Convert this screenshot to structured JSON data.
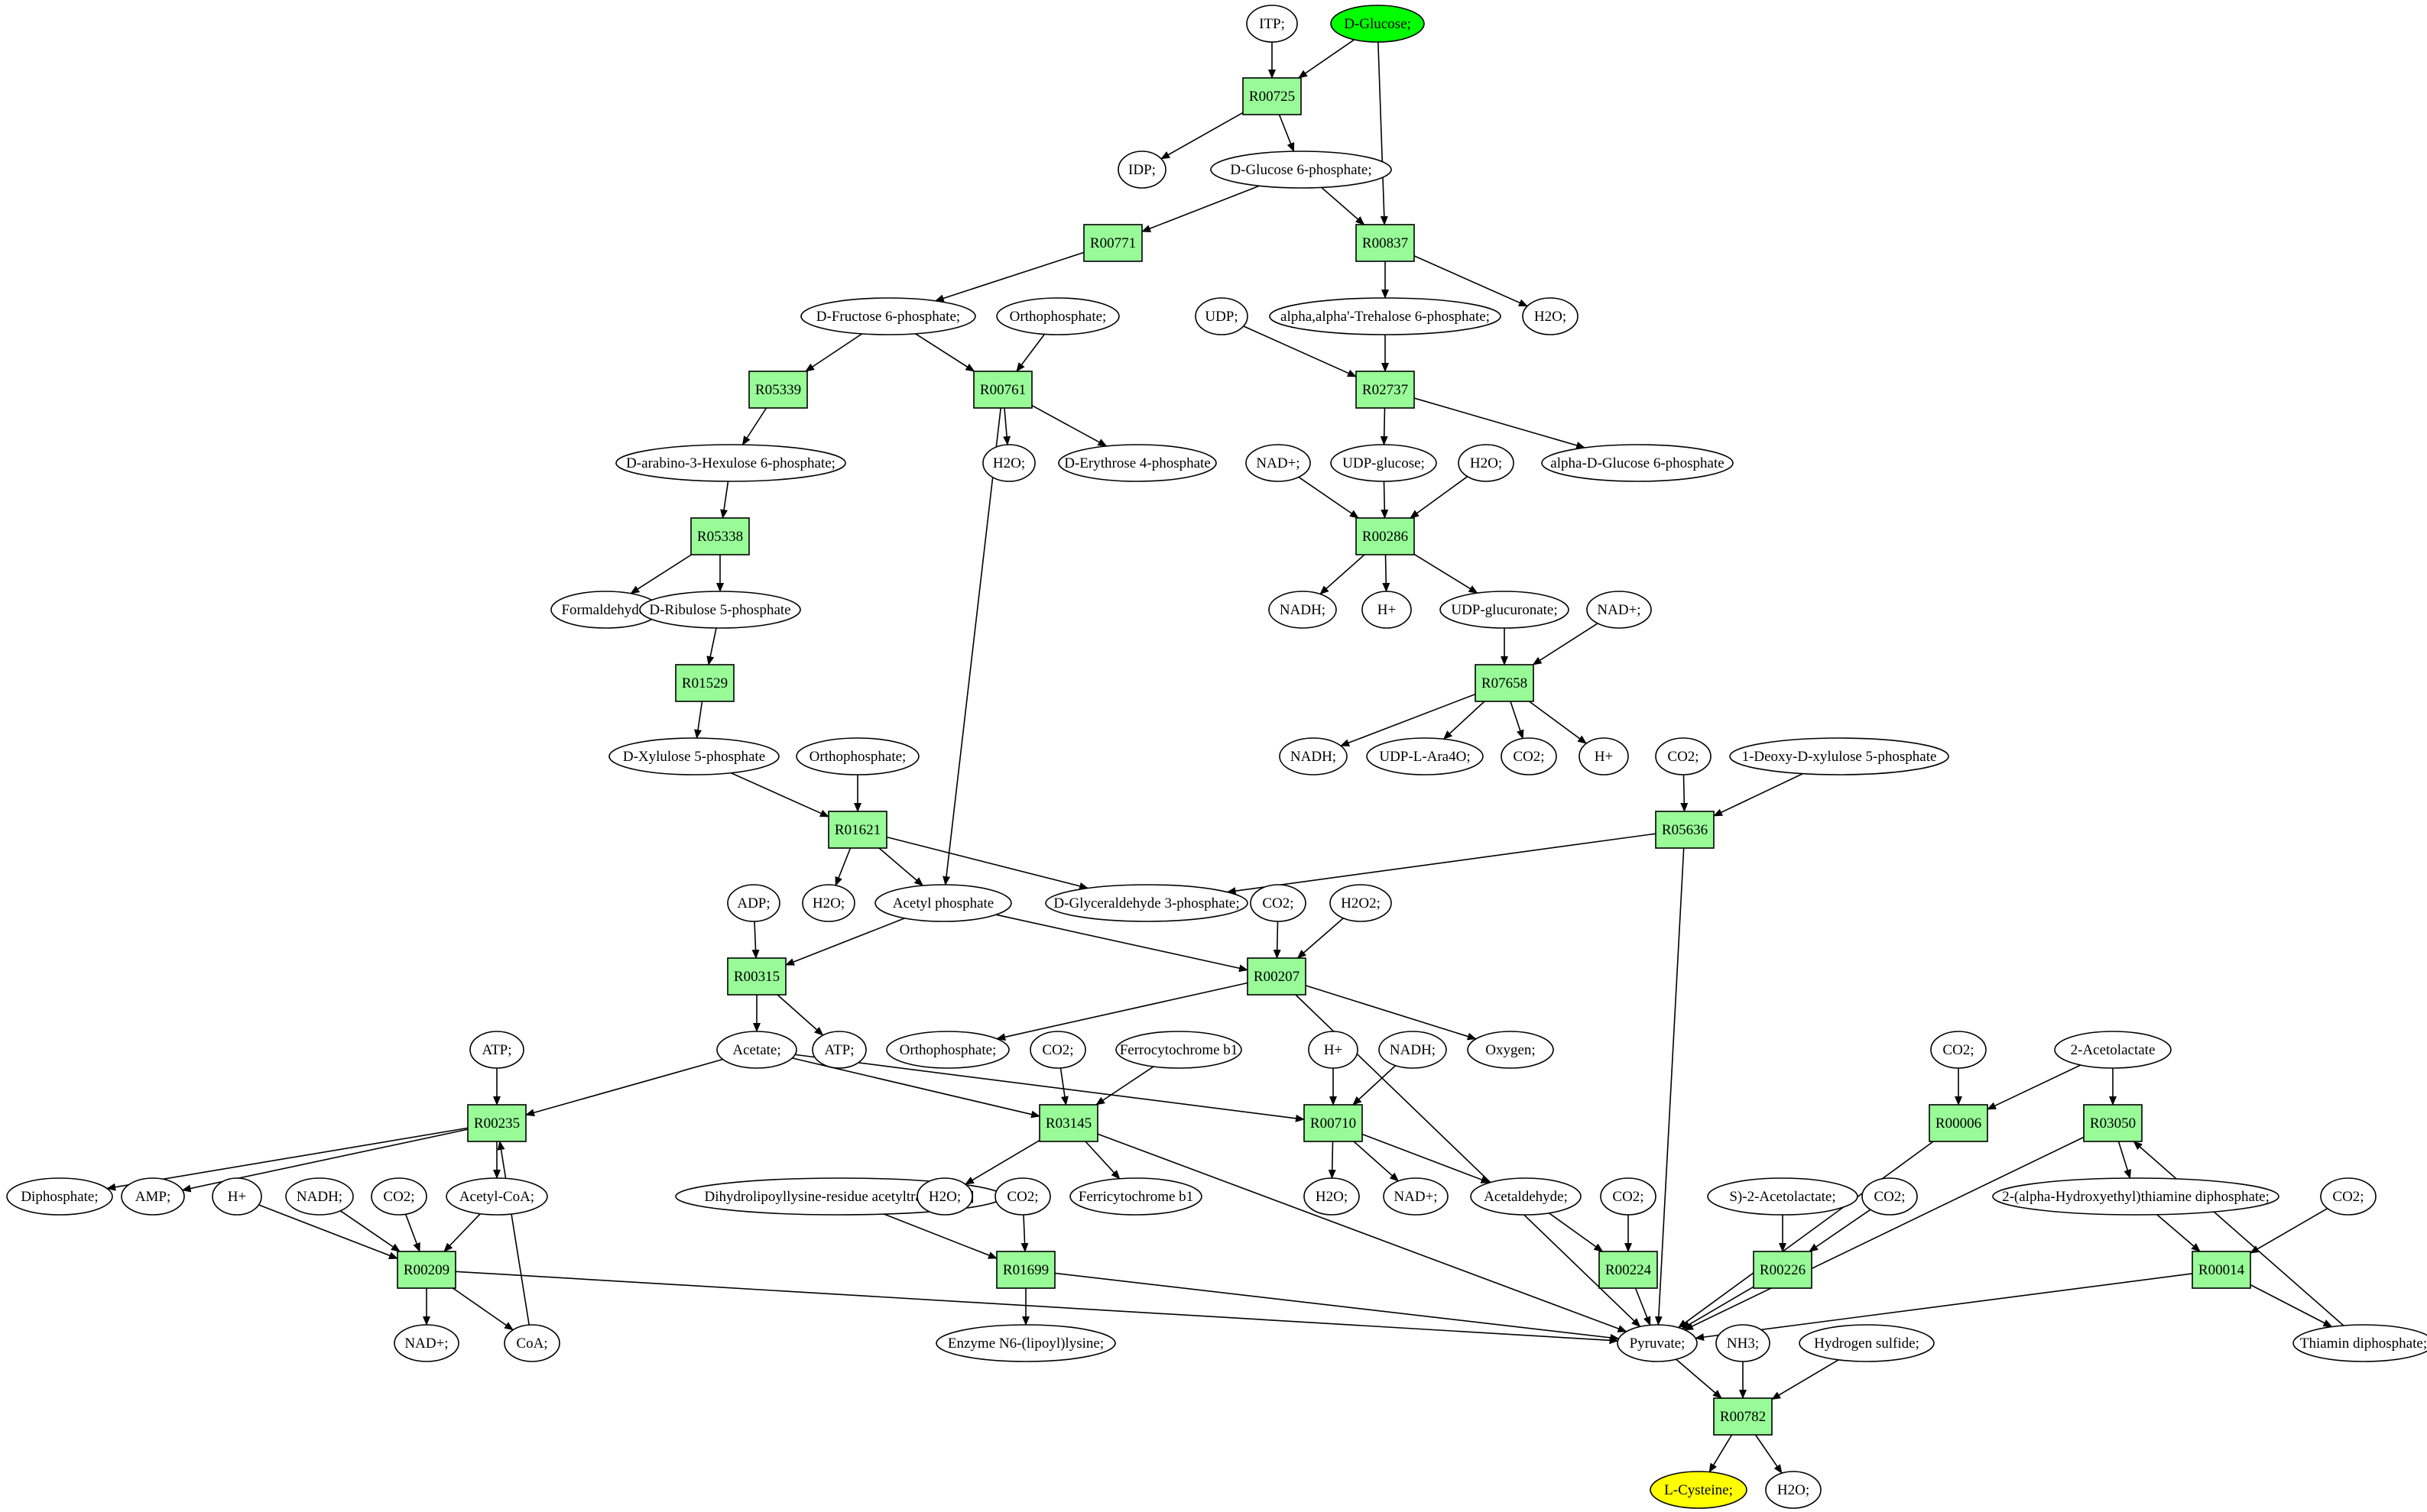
{
  "colors": {
    "reaction_fill": "#98fb98",
    "start_fill": "#00ff00",
    "end_fill": "#ffff00",
    "compound_fill": "#ffffff",
    "stroke": "#000000"
  },
  "nodes": [
    {
      "id": "c_itp",
      "label": "ITP;",
      "kind": "compound"
    },
    {
      "id": "c_dglucose",
      "label": "D-Glucose;",
      "kind": "start"
    },
    {
      "id": "r_R00725",
      "label": "R00725",
      "kind": "reaction"
    },
    {
      "id": "c_idp",
      "label": "IDP;",
      "kind": "compound"
    },
    {
      "id": "c_g6p",
      "label": "D-Glucose 6-phosphate;",
      "kind": "compound"
    },
    {
      "id": "r_R00771",
      "label": "R00771",
      "kind": "reaction"
    },
    {
      "id": "r_R00837",
      "label": "R00837",
      "kind": "reaction"
    },
    {
      "id": "c_f6p",
      "label": "D-Fructose 6-phosphate;",
      "kind": "compound"
    },
    {
      "id": "c_ortho1",
      "label": "Orthophosphate;",
      "kind": "compound"
    },
    {
      "id": "c_udp",
      "label": "UDP;",
      "kind": "compound"
    },
    {
      "id": "c_trehalose",
      "label": "alpha,alpha'-Trehalose 6-phosphate;",
      "kind": "compound"
    },
    {
      "id": "c_h2o_top",
      "label": "H2O;",
      "kind": "compound"
    },
    {
      "id": "r_R05339",
      "label": "R05339",
      "kind": "reaction"
    },
    {
      "id": "r_R00761",
      "label": "R00761",
      "kind": "reaction"
    },
    {
      "id": "r_R02737",
      "label": "R02737",
      "kind": "reaction"
    },
    {
      "id": "c_ah6p",
      "label": "D-arabino-3-Hexulose 6-phosphate;",
      "kind": "compound"
    },
    {
      "id": "c_h2o_761",
      "label": "H2O;",
      "kind": "compound"
    },
    {
      "id": "c_e4p",
      "label": "D-Erythrose 4-phosphate",
      "kind": "compound"
    },
    {
      "id": "c_nadp_286",
      "label": "NAD+;",
      "kind": "compound"
    },
    {
      "id": "c_udpglc",
      "label": "UDP-glucose;",
      "kind": "compound"
    },
    {
      "id": "c_h2o_286",
      "label": "H2O;",
      "kind": "compound"
    },
    {
      "id": "c_adg6p",
      "label": "alpha-D-Glucose 6-phosphate",
      "kind": "compound"
    },
    {
      "id": "r_R05338",
      "label": "R05338",
      "kind": "reaction"
    },
    {
      "id": "r_R00286",
      "label": "R00286",
      "kind": "reaction"
    },
    {
      "id": "c_formaldehyde",
      "label": "Formaldehyde;",
      "kind": "compound"
    },
    {
      "id": "c_ru5p",
      "label": "D-Ribulose 5-phosphate",
      "kind": "compound"
    },
    {
      "id": "c_nadh_286",
      "label": "NADH;",
      "kind": "compound"
    },
    {
      "id": "c_hp_286",
      "label": "H+",
      "kind": "compound"
    },
    {
      "id": "c_udpglcA",
      "label": "UDP-glucuronate;",
      "kind": "compound"
    },
    {
      "id": "c_nadp_7658",
      "label": "NAD+;",
      "kind": "compound"
    },
    {
      "id": "r_R01529",
      "label": "R01529",
      "kind": "reaction"
    },
    {
      "id": "r_R07658",
      "label": "R07658",
      "kind": "reaction"
    },
    {
      "id": "c_xu5p",
      "label": "D-Xylulose 5-phosphate",
      "kind": "compound"
    },
    {
      "id": "c_ortho2",
      "label": "Orthophosphate;",
      "kind": "compound"
    },
    {
      "id": "c_nadh_7658",
      "label": "NADH;",
      "kind": "compound"
    },
    {
      "id": "c_udpara",
      "label": "UDP-L-Ara4O;",
      "kind": "compound"
    },
    {
      "id": "c_co2_7658",
      "label": "CO2;",
      "kind": "compound"
    },
    {
      "id": "c_hp_7658",
      "label": "H+",
      "kind": "compound"
    },
    {
      "id": "c_co2_5636",
      "label": "CO2;",
      "kind": "compound"
    },
    {
      "id": "c_dxp",
      "label": "1-Deoxy-D-xylulose 5-phosphate",
      "kind": "compound"
    },
    {
      "id": "r_R01621",
      "label": "R01621",
      "kind": "reaction"
    },
    {
      "id": "r_R05636",
      "label": "R05636",
      "kind": "reaction"
    },
    {
      "id": "c_adp",
      "label": "ADP;",
      "kind": "compound"
    },
    {
      "id": "c_h2o_1621",
      "label": "H2O;",
      "kind": "compound"
    },
    {
      "id": "c_acp",
      "label": "Acetyl phosphate",
      "kind": "compound"
    },
    {
      "id": "c_ga3p",
      "label": "D-Glyceraldehyde 3-phosphate;",
      "kind": "compound"
    },
    {
      "id": "c_co2_207",
      "label": "CO2;",
      "kind": "compound"
    },
    {
      "id": "c_h2o2",
      "label": "H2O2;",
      "kind": "compound"
    },
    {
      "id": "r_R00315",
      "label": "R00315",
      "kind": "reaction"
    },
    {
      "id": "r_R00207",
      "label": "R00207",
      "kind": "reaction"
    },
    {
      "id": "c_atp_235",
      "label": "ATP;",
      "kind": "compound"
    },
    {
      "id": "c_acetate",
      "label": "Acetate;",
      "kind": "compound"
    },
    {
      "id": "c_atp_315",
      "label": "ATP;",
      "kind": "compound"
    },
    {
      "id": "c_ortho3",
      "label": "Orthophosphate;",
      "kind": "compound"
    },
    {
      "id": "c_co2_3145",
      "label": "CO2;",
      "kind": "compound"
    },
    {
      "id": "c_ferro",
      "label": "Ferrocytochrome b1",
      "kind": "compound"
    },
    {
      "id": "c_hp_710",
      "label": "H+",
      "kind": "compound"
    },
    {
      "id": "c_nadh_710",
      "label": "NADH;",
      "kind": "compound"
    },
    {
      "id": "c_oxygen",
      "label": "Oxygen;",
      "kind": "compound"
    },
    {
      "id": "c_co2_006",
      "label": "CO2;",
      "kind": "compound"
    },
    {
      "id": "c_acetolactate",
      "label": "2-Acetolactate",
      "kind": "compound"
    },
    {
      "id": "r_R00235",
      "label": "R00235",
      "kind": "reaction"
    },
    {
      "id": "r_R03145",
      "label": "R03145",
      "kind": "reaction"
    },
    {
      "id": "r_R00710",
      "label": "R00710",
      "kind": "reaction"
    },
    {
      "id": "r_R00006",
      "label": "R00006",
      "kind": "reaction"
    },
    {
      "id": "r_R03050",
      "label": "R03050",
      "kind": "reaction"
    },
    {
      "id": "c_diphosphate",
      "label": "Diphosphate;",
      "kind": "compound"
    },
    {
      "id": "c_amp",
      "label": "AMP;",
      "kind": "compound"
    },
    {
      "id": "c_hp_209",
      "label": "H+",
      "kind": "compound"
    },
    {
      "id": "c_nadh_209",
      "label": "NADH;",
      "kind": "compound"
    },
    {
      "id": "c_co2_209",
      "label": "CO2;",
      "kind": "compound"
    },
    {
      "id": "c_acetylcoa",
      "label": "Acetyl-CoA;",
      "kind": "compound"
    },
    {
      "id": "c_dihydro",
      "label": "Dihydrolipoyllysine-residue acetyltransferase]",
      "kind": "compound"
    },
    {
      "id": "c_h2o_3145",
      "label": "H2O;",
      "kind": "compound"
    },
    {
      "id": "c_co2_1699",
      "label": "CO2;",
      "kind": "compound"
    },
    {
      "id": "c_ferri",
      "label": "Ferricytochrome b1",
      "kind": "compound"
    },
    {
      "id": "c_h2o_710",
      "label": "H2O;",
      "kind": "compound"
    },
    {
      "id": "c_nadp_710",
      "label": "NAD+;",
      "kind": "compound"
    },
    {
      "id": "c_acetaldehyde",
      "label": "Acetaldehyde;",
      "kind": "compound"
    },
    {
      "id": "c_co2_224",
      "label": "CO2;",
      "kind": "compound"
    },
    {
      "id": "c_sacetolactate",
      "label": "S)-2-Acetolactate;",
      "kind": "compound"
    },
    {
      "id": "c_co2_226",
      "label": "CO2;",
      "kind": "compound"
    },
    {
      "id": "c_hetdp",
      "label": "2-(alpha-Hydroxyethyl)thiamine diphosphate;",
      "kind": "compound"
    },
    {
      "id": "c_co2_014",
      "label": "CO2;",
      "kind": "compound"
    },
    {
      "id": "r_R00209",
      "label": "R00209",
      "kind": "reaction"
    },
    {
      "id": "r_R01699",
      "label": "R01699",
      "kind": "reaction"
    },
    {
      "id": "r_R00224",
      "label": "R00224",
      "kind": "reaction"
    },
    {
      "id": "r_R00226",
      "label": "R00226",
      "kind": "reaction"
    },
    {
      "id": "r_R00014",
      "label": "R00014",
      "kind": "reaction"
    },
    {
      "id": "c_nadp_209",
      "label": "NAD+;",
      "kind": "compound"
    },
    {
      "id": "c_coa",
      "label": "CoA;",
      "kind": "compound"
    },
    {
      "id": "c_enzyme",
      "label": "Enzyme N6-(lipoyl)lysine;",
      "kind": "compound"
    },
    {
      "id": "c_pyruvate",
      "label": "Pyruvate;",
      "kind": "compound"
    },
    {
      "id": "c_nh3",
      "label": "NH3;",
      "kind": "compound"
    },
    {
      "id": "c_h2s",
      "label": "Hydrogen sulfide;",
      "kind": "compound"
    },
    {
      "id": "c_thiamin",
      "label": "Thiamin diphosphate;",
      "kind": "compound"
    },
    {
      "id": "r_R00782",
      "label": "R00782",
      "kind": "reaction"
    },
    {
      "id": "c_lcysteine",
      "label": "L-Cysteine;",
      "kind": "end"
    },
    {
      "id": "c_h2o_782",
      "label": "H2O;",
      "kind": "compound"
    }
  ],
  "edges": [
    [
      "c_itp",
      "r_R00725"
    ],
    [
      "c_dglucose",
      "r_R00725"
    ],
    [
      "r_R00725",
      "c_idp"
    ],
    [
      "r_R00725",
      "c_g6p"
    ],
    [
      "c_dglucose",
      "r_R00837"
    ],
    [
      "c_g6p",
      "r_R00771"
    ],
    [
      "c_g6p",
      "r_R00837"
    ],
    [
      "r_R00771",
      "c_f6p"
    ],
    [
      "r_R00837",
      "c_trehalose"
    ],
    [
      "r_R00837",
      "c_h2o_top"
    ],
    [
      "c_f6p",
      "r_R05339"
    ],
    [
      "c_f6p",
      "r_R00761"
    ],
    [
      "c_ortho1",
      "r_R00761"
    ],
    [
      "c_udp",
      "r_R02737"
    ],
    [
      "c_trehalose",
      "r_R02737"
    ],
    [
      "r_R05339",
      "c_ah6p"
    ],
    [
      "r_R00761",
      "c_h2o_761"
    ],
    [
      "r_R00761",
      "c_e4p"
    ],
    [
      "r_R00761",
      "c_acp"
    ],
    [
      "r_R02737",
      "c_udpglc"
    ],
    [
      "r_R02737",
      "c_adg6p"
    ],
    [
      "c_ah6p",
      "r_R05338"
    ],
    [
      "c_nadp_286",
      "r_R00286"
    ],
    [
      "c_udpglc",
      "r_R00286"
    ],
    [
      "c_h2o_286",
      "r_R00286"
    ],
    [
      "r_R05338",
      "c_formaldehyde"
    ],
    [
      "r_R05338",
      "c_ru5p"
    ],
    [
      "r_R00286",
      "c_nadh_286"
    ],
    [
      "r_R00286",
      "c_hp_286"
    ],
    [
      "r_R00286",
      "c_udpglcA"
    ],
    [
      "c_ru5p",
      "r_R01529"
    ],
    [
      "c_udpglcA",
      "r_R07658"
    ],
    [
      "c_nadp_7658",
      "r_R07658"
    ],
    [
      "r_R01529",
      "c_xu5p"
    ],
    [
      "r_R07658",
      "c_nadh_7658"
    ],
    [
      "r_R07658",
      "c_udpara"
    ],
    [
      "r_R07658",
      "c_co2_7658"
    ],
    [
      "r_R07658",
      "c_hp_7658"
    ],
    [
      "c_xu5p",
      "r_R01621"
    ],
    [
      "c_ortho2",
      "r_R01621"
    ],
    [
      "c_co2_5636",
      "r_R05636"
    ],
    [
      "c_dxp",
      "r_R05636"
    ],
    [
      "r_R01621",
      "c_h2o_1621"
    ],
    [
      "r_R01621",
      "c_acp"
    ],
    [
      "r_R01621",
      "c_ga3p"
    ],
    [
      "r_R05636",
      "c_ga3p"
    ],
    [
      "r_R05636",
      "c_pyruvate"
    ],
    [
      "c_adp",
      "r_R00315"
    ],
    [
      "c_acp",
      "r_R00315"
    ],
    [
      "c_acp",
      "r_R00207"
    ],
    [
      "c_co2_207",
      "r_R00207"
    ],
    [
      "c_h2o2",
      "r_R00207"
    ],
    [
      "r_R00315",
      "c_acetate"
    ],
    [
      "r_R00315",
      "c_atp_315"
    ],
    [
      "r_R00207",
      "c_ortho3"
    ],
    [
      "r_R00207",
      "c_oxygen"
    ],
    [
      "r_R00207",
      "c_pyruvate"
    ],
    [
      "c_atp_235",
      "r_R00235"
    ],
    [
      "c_acetate",
      "r_R00235"
    ],
    [
      "c_acetate",
      "r_R03145"
    ],
    [
      "c_acetate",
      "r_R00710"
    ],
    [
      "c_co2_3145",
      "r_R03145"
    ],
    [
      "c_ferro",
      "r_R03145"
    ],
    [
      "c_hp_710",
      "r_R00710"
    ],
    [
      "c_nadh_710",
      "r_R00710"
    ],
    [
      "c_co2_006",
      "r_R00006"
    ],
    [
      "c_acetolactate",
      "r_R00006"
    ],
    [
      "c_acetolactate",
      "r_R03050"
    ],
    [
      "c_thiamin",
      "r_R03050"
    ],
    [
      "r_R00235",
      "c_diphosphate"
    ],
    [
      "r_R00235",
      "c_amp"
    ],
    [
      "r_R00235",
      "c_acetylcoa"
    ],
    [
      "r_R03145",
      "c_h2o_3145"
    ],
    [
      "r_R03145",
      "c_ferri"
    ],
    [
      "r_R03145",
      "c_pyruvate"
    ],
    [
      "r_R00710",
      "c_h2o_710"
    ],
    [
      "r_R00710",
      "c_nadp_710"
    ],
    [
      "r_R00710",
      "c_acetaldehyde"
    ],
    [
      "r_R00006",
      "c_pyruvate"
    ],
    [
      "r_R03050",
      "c_pyruvate"
    ],
    [
      "r_R03050",
      "c_hetdp"
    ],
    [
      "c_hp_209",
      "r_R00209"
    ],
    [
      "c_nadh_209",
      "r_R00209"
    ],
    [
      "c_co2_209",
      "r_R00209"
    ],
    [
      "c_acetylcoa",
      "r_R00209"
    ],
    [
      "c_dihydro",
      "r_R01699"
    ],
    [
      "c_co2_1699",
      "r_R01699"
    ],
    [
      "c_acetaldehyde",
      "r_R00224"
    ],
    [
      "c_co2_224",
      "r_R00224"
    ],
    [
      "c_sacetolactate",
      "r_R00226"
    ],
    [
      "c_co2_226",
      "r_R00226"
    ],
    [
      "c_hetdp",
      "r_R00014"
    ],
    [
      "c_co2_014",
      "r_R00014"
    ],
    [
      "r_R00209",
      "c_nadp_209"
    ],
    [
      "r_R00209",
      "c_coa"
    ],
    [
      "r_R00209",
      "c_pyruvate"
    ],
    [
      "c_coa",
      "r_R00235"
    ],
    [
      "r_R01699",
      "c_enzyme"
    ],
    [
      "r_R01699",
      "c_pyruvate"
    ],
    [
      "r_R00224",
      "c_pyruvate"
    ],
    [
      "r_R00226",
      "c_pyruvate"
    ],
    [
      "r_R00014",
      "c_pyruvate"
    ],
    [
      "r_R00014",
      "c_thiamin"
    ],
    [
      "c_pyruvate",
      "r_R00782"
    ],
    [
      "c_nh3",
      "r_R00782"
    ],
    [
      "c_h2s",
      "r_R00782"
    ],
    [
      "r_R00782",
      "c_lcysteine"
    ],
    [
      "r_R00782",
      "c_h2o_782"
    ]
  ]
}
